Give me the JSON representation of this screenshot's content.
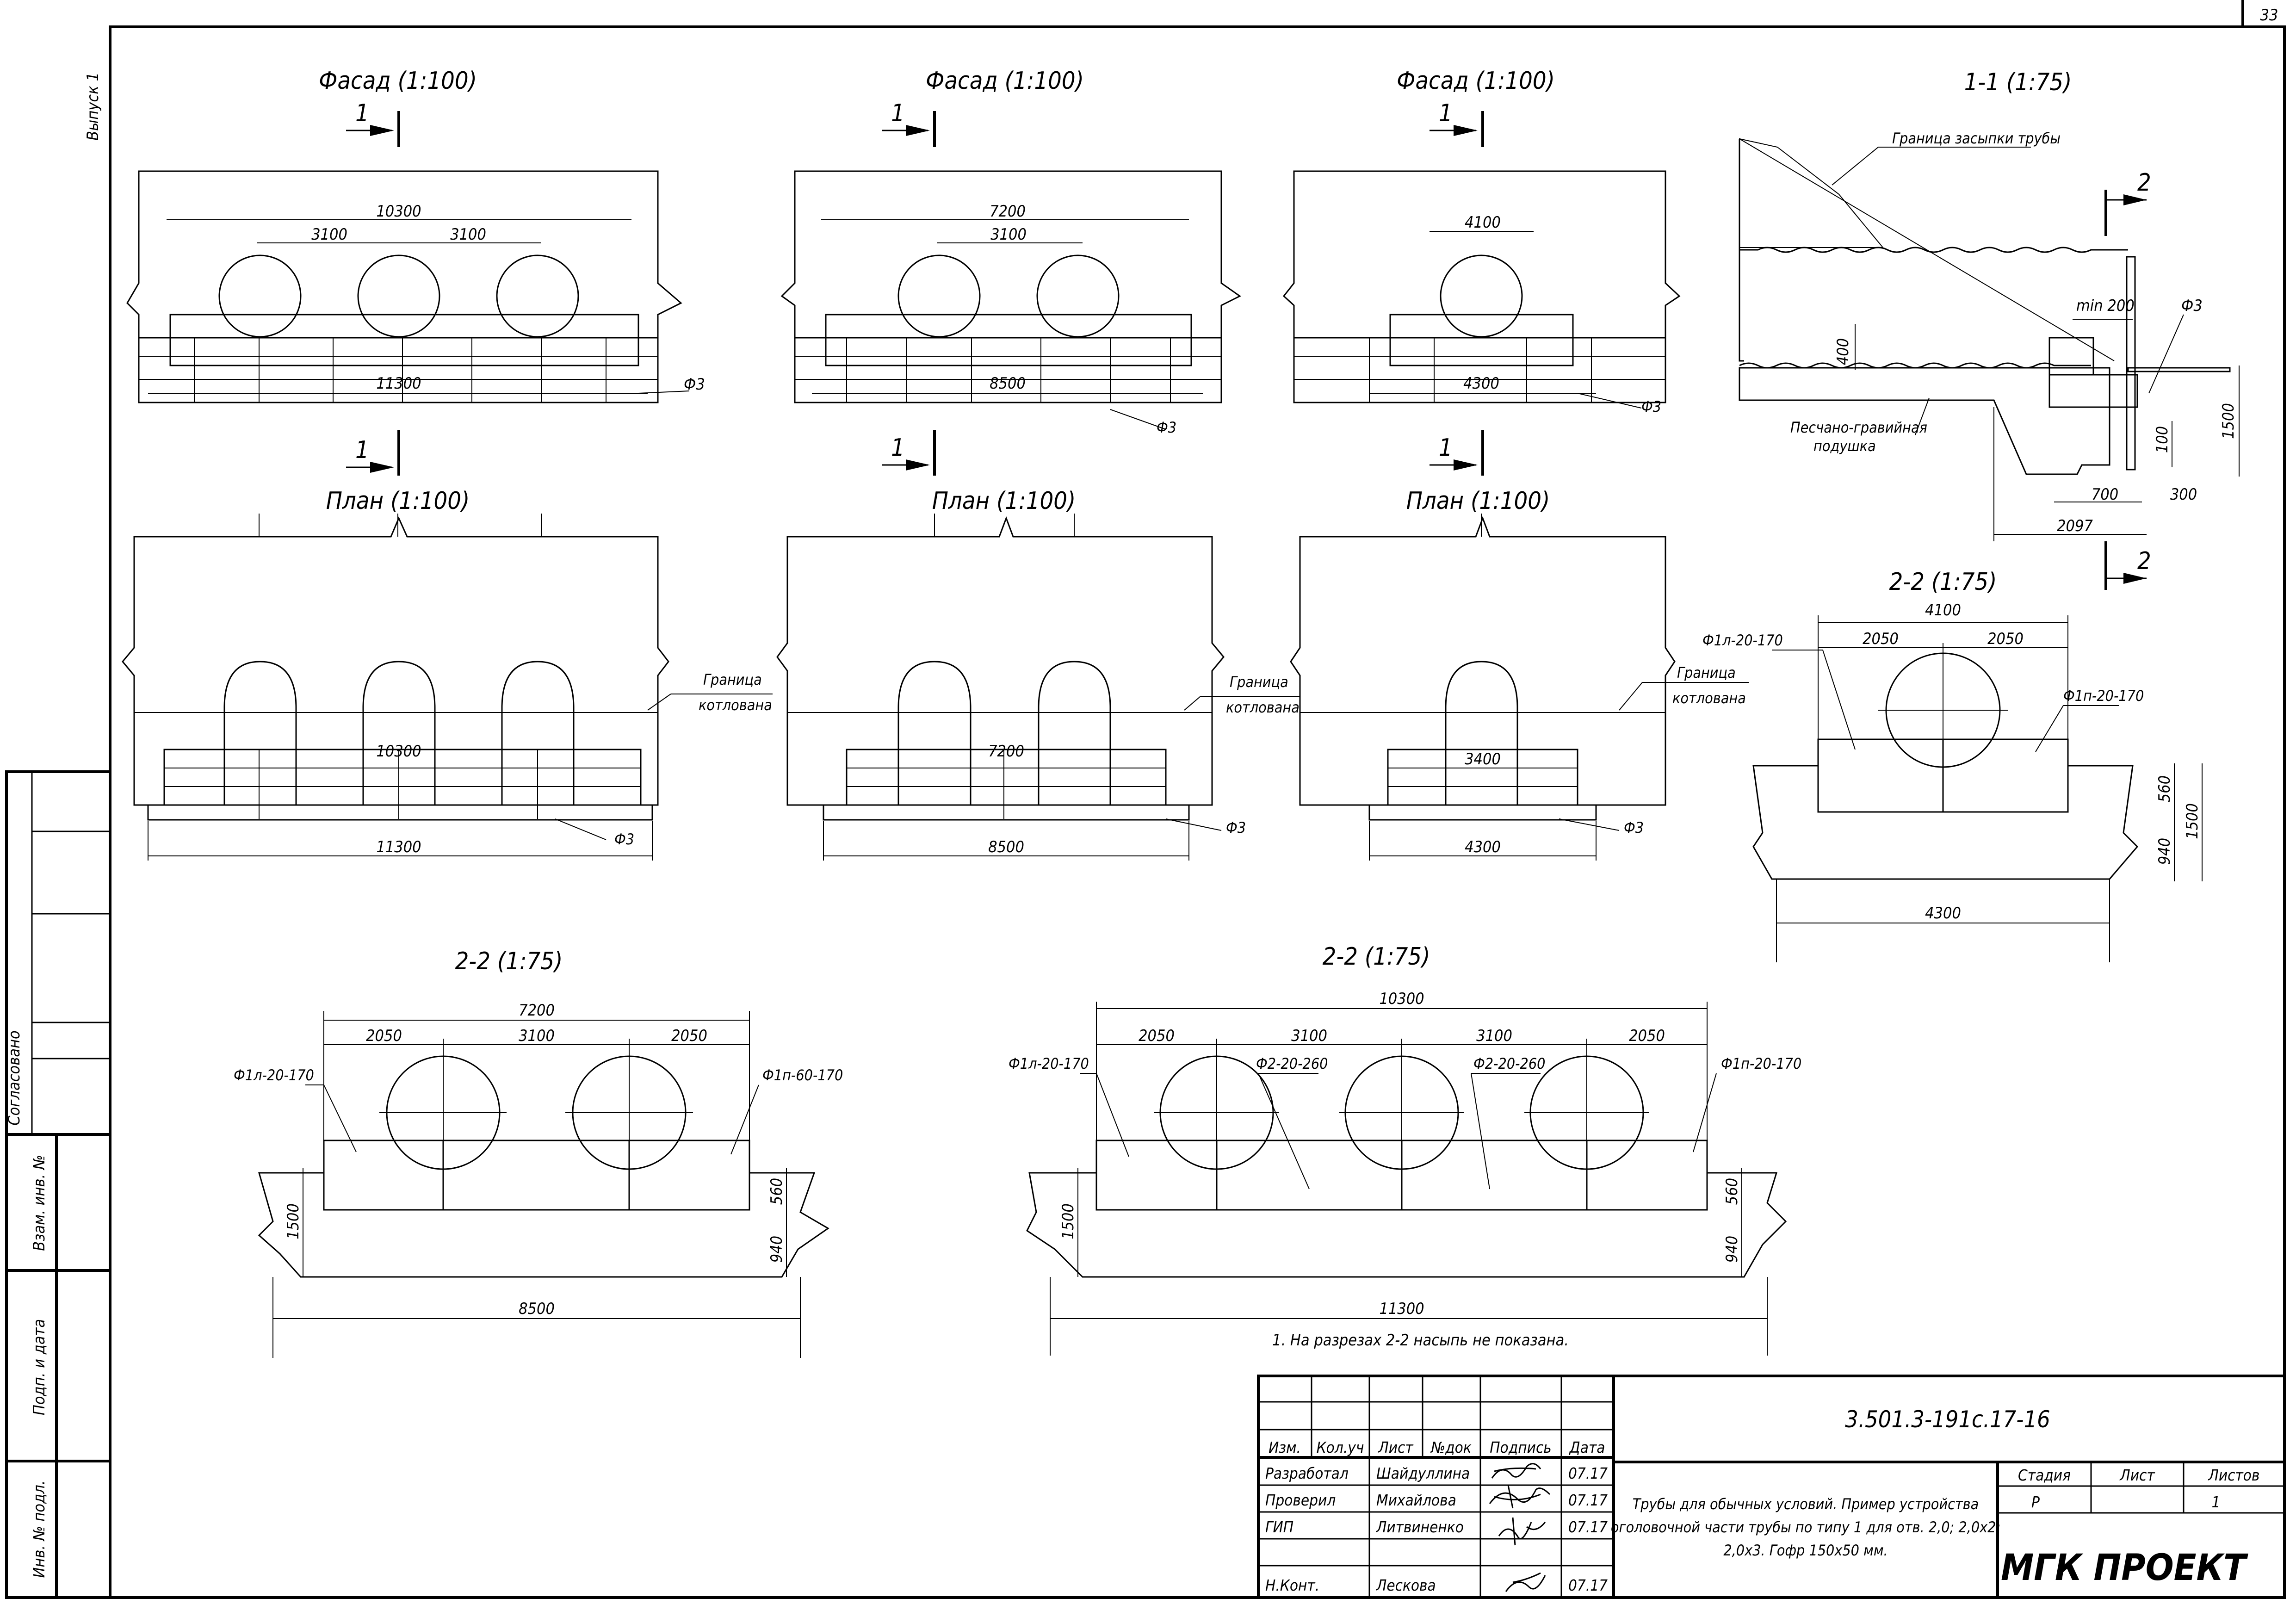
{
  "sheet_number": "33",
  "issue_label": "Выпуск 1",
  "left_stamp": {
    "agreed": "Согласовано",
    "replace_inv": "Взам. инв. №",
    "sign_date": "Подп. и дата",
    "inv_orig": "Инв. № подл."
  },
  "views": {
    "facade_title": "Фасад (1:100)",
    "plan_title": "План (1:100)",
    "section11_title": "1-1 (1:75)",
    "section22_title": "2-2 (1:75)",
    "cut_1": "1",
    "cut_2": "2"
  },
  "dims": {
    "d10300": "10300",
    "d3100": "3100",
    "d11300": "11300",
    "d7200": "7200",
    "d8500": "8500",
    "d4100": "4100",
    "d4300": "4300",
    "d3400": "3400",
    "d2050": "2050",
    "d400": "400",
    "d1500": "1500",
    "d100": "100",
    "d700": "700",
    "d300": "300",
    "d2097": "2097",
    "d560": "560",
    "d940": "940",
    "min200": "min 200"
  },
  "labels": {
    "f3": "Ф3",
    "pit_1": "Граница",
    "pit_2": "котлована",
    "backfill": "Граница засыпки трубы",
    "cushion_1": "Песчано-гравийная",
    "cushion_2": "подушка",
    "f1l_20_170": "Ф1л-20-170",
    "f1p_20_170": "Ф1п-20-170",
    "f1p_60_170": "Ф1п-60-170",
    "f2_20_260": "Ф2-20-260"
  },
  "note": "1. На разрезах 2-2 насыпь не показана.",
  "title_block": {
    "code": "3.501.3-191с.17-16",
    "col_izm": "Изм.",
    "col_kol": "Кол.уч",
    "col_list": "Лист",
    "col_ndoc": "№док",
    "col_sign": "Подпись",
    "col_date": "Дата",
    "roles": [
      {
        "role": "Разработал",
        "name": "Шайдуллина",
        "date": "07.17"
      },
      {
        "role": "Проверил",
        "name": "Михайлова",
        "date": "07.17"
      },
      {
        "role": "ГИП",
        "name": "Литвиненко",
        "date": "07.17"
      },
      {
        "role": "Н.Конт.",
        "name": "Лескова",
        "date": "07.17"
      }
    ],
    "desc_1": "Трубы для обычных условий. Пример устройства",
    "desc_2": "оголовочной части трубы по типу 1 для отв. 2,0; 2,0х2;",
    "desc_3": "2,0х3. Гофр 150х50 мм.",
    "stage_label": "Стадия",
    "sheet_label": "Лист",
    "sheets_label": "Листов",
    "stage": "Р",
    "sheets": "1",
    "logo": "МГК ПРОЕКТ"
  }
}
